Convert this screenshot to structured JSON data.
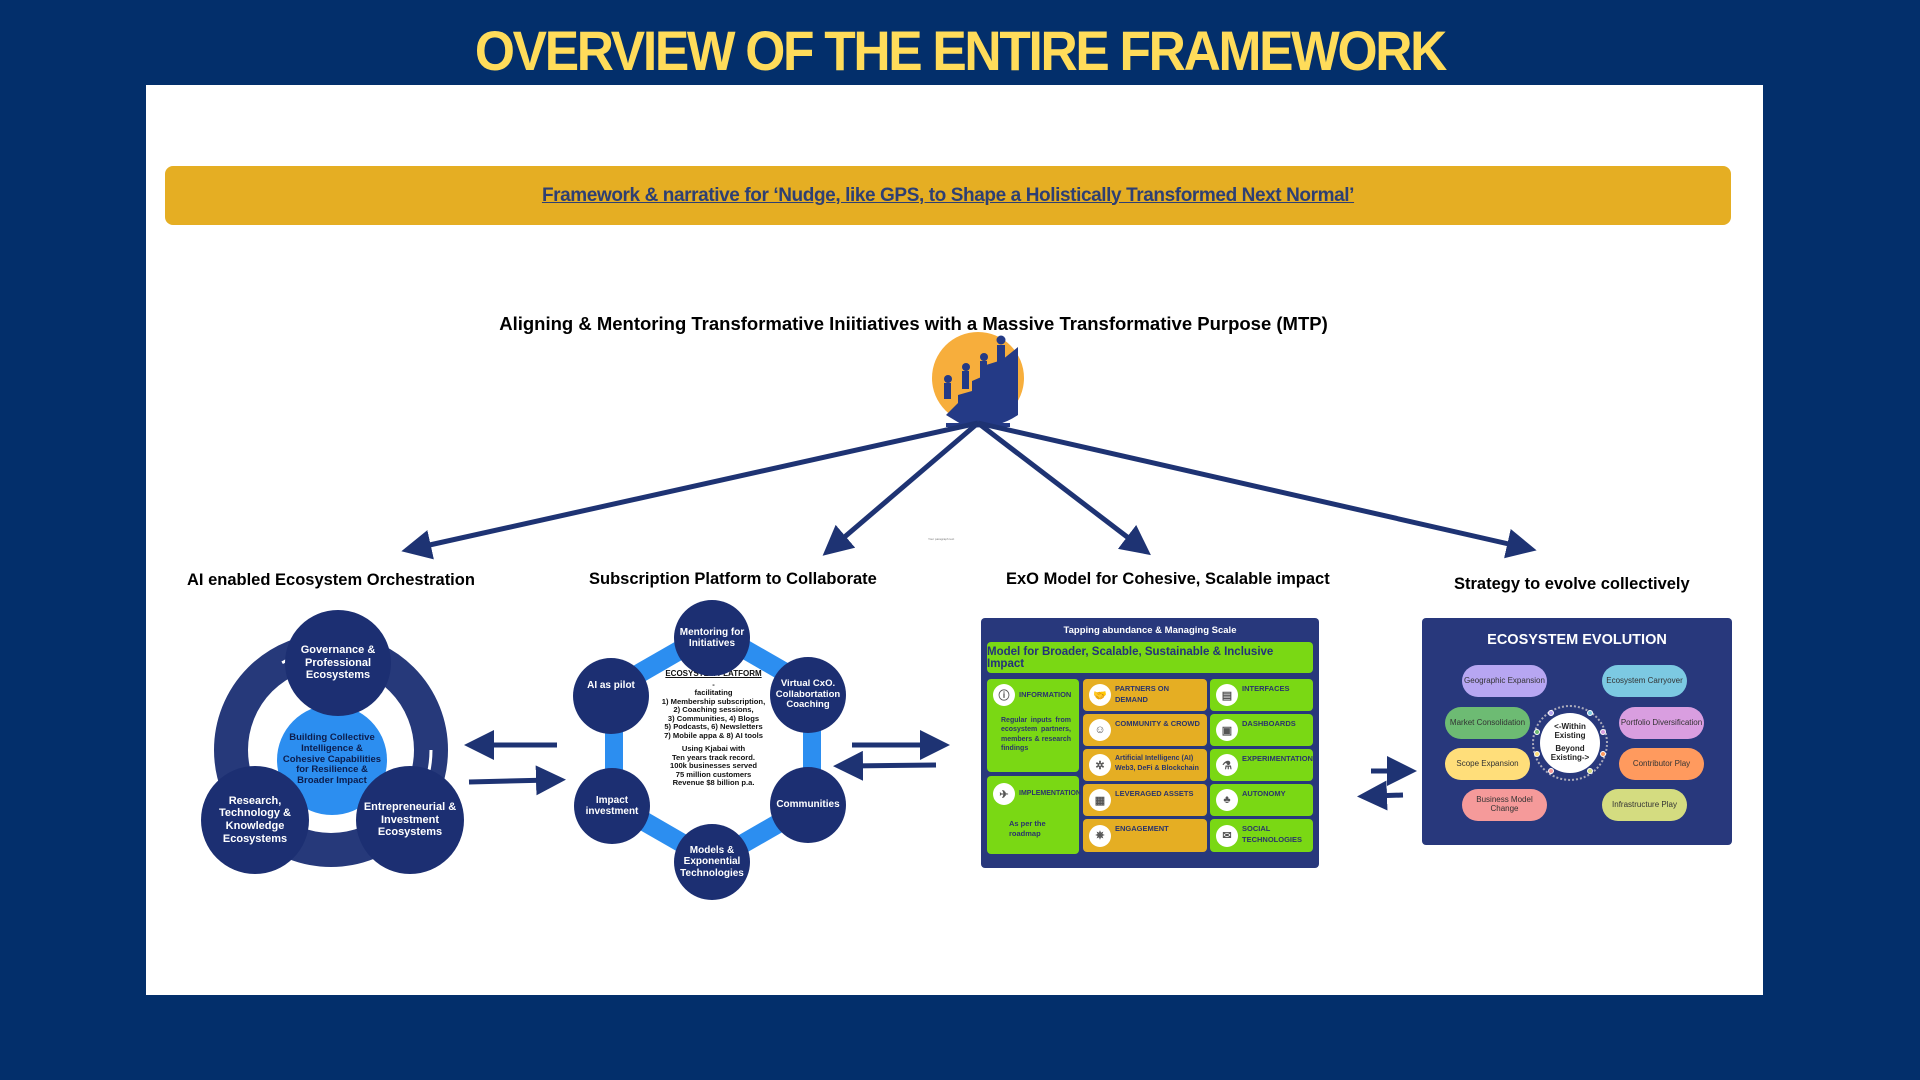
{
  "title": "OVERVIEW OF THE ENTIRE FRAMEWORK",
  "banner": {
    "text": "Framework & narrative for ‘Nudge, like GPS, to Shape a Holistically Transformed Next Normal’"
  },
  "mtp": {
    "heading": "Aligning & Mentoring Transformative Iniitiatives with a Massive Transformative Purpose (MTP)",
    "logo_icon": "people-climbing-stairs-icon"
  },
  "tiny_note": "Your paragraph text",
  "colors": {
    "background": "#032f6b",
    "title": "#ffdc5a",
    "banner": "#e5ae23",
    "navy": "#1c2f72",
    "green": "#7ad814",
    "orange": "#e5ae23"
  },
  "sections": {
    "orchestration": {
      "title": "AI enabled Ecosystem  Orchestration",
      "center": "Building Collective Intelligence & Cohesive Capabilities for Resilience & Broader Impact",
      "nodes": [
        "Governance & Professional Ecosystems",
        "Research, Technology & Knowledge Ecosystems",
        "Entrepreneurial & Investment Ecosystems"
      ]
    },
    "platform": {
      "title": "Subscription Platform to Collaborate",
      "center_header": "ECOSYSTEM PLATFORM",
      "center_lines": [
        "-",
        "facilitating",
        "1) Membership subscription,",
        "2) Coaching sessions,",
        "3) Communities, 4) Blogs",
        "5) Podcasts, 6) Newsletters",
        "7) Mobile appa & 8) AI tools"
      ],
      "center_stats": [
        "Using Kjabai with",
        "Ten years track record.",
        "100k businesses served",
        "75 million customers",
        "Revenue $8 billion p.a."
      ],
      "nodes": [
        "Mentoring for Initiatives",
        "Virtual CxO. Collabortation Coaching",
        "Communities",
        "Models & Exponential Technologies",
        "Impact investment",
        "AI as pilot"
      ]
    },
    "exo": {
      "title": "ExO Model for Cohesive, Scalable impact",
      "top": "Tapping abundance & Managing Scale",
      "model": "Model for Broader, Scalable, Sustainable & Inclusive Impact",
      "left": [
        {
          "label": "INFORMATION",
          "body": "Regular inputs from ecosystem partners, members & research findings",
          "icon": "info-icon"
        },
        {
          "label": "IMPLEMENTATION",
          "body": "As per the roadmap",
          "icon": "rocket-icon"
        }
      ],
      "middle": [
        {
          "label": "PARTNERS ON DEMAND",
          "icon": "handshake-icon"
        },
        {
          "label": "COMMUNITY & CROWD",
          "icon": "people-icon"
        },
        {
          "label": "Artificial Intelligenc (AI) Web3, DeFi & Blockchain",
          "icon": "ai-chip-icon"
        },
        {
          "label": "LEVERAGED ASSETS",
          "icon": "assets-icon"
        },
        {
          "label": "ENGAGEMENT",
          "icon": "engagement-icon"
        }
      ],
      "right": [
        {
          "label": "INTERFACES",
          "icon": "interfaces-icon"
        },
        {
          "label": "DASHBOARDS",
          "icon": "dashboard-icon"
        },
        {
          "label": "EXPERIMENTATION",
          "icon": "experiment-icon"
        },
        {
          "label": "AUTONOMY",
          "icon": "team-icon"
        },
        {
          "label": "SOCIAL TECHNOLOGIES",
          "icon": "social-icon"
        }
      ]
    },
    "evolution": {
      "title": "Strategy to evolve collectively",
      "panel_title": "ECOSYSTEM EVOLUTION",
      "hub": [
        "<-Within Existing",
        "Beyond Existing->"
      ],
      "left": [
        {
          "label": "Geographic Expansion",
          "color": "#b7a6f2"
        },
        {
          "label": "Market Consolidation",
          "color": "#6dbb73"
        },
        {
          "label": "Scope Expansion",
          "color": "#ffde7a"
        },
        {
          "label": "Business Model Change",
          "color": "#f59a9a"
        }
      ],
      "right": [
        {
          "label": "Ecosystem Carryover",
          "color": "#7cc9e2"
        },
        {
          "label": "Portfolio Diversification",
          "color": "#d99ee0"
        },
        {
          "label": "Contributor Play",
          "color": "#ff9a5e"
        },
        {
          "label": "Infrastructure Play",
          "color": "#d4dc80"
        }
      ]
    }
  }
}
